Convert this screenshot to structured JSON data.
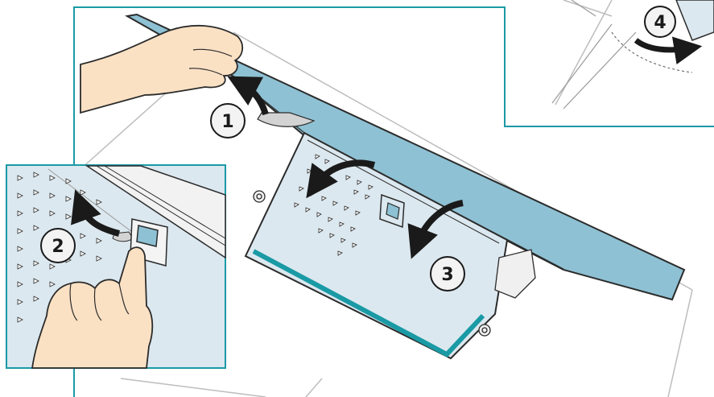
{
  "diagram": {
    "colors": {
      "frame": "#1a9aa5",
      "panel": "#8ec1d3",
      "panel_light": "#dce8ef",
      "outline": "#2b2b2b",
      "skin": "#fbe1c4",
      "film": "#d3d3d3",
      "badge_fill": "#f3f3f3"
    },
    "steps": [
      {
        "label": "1",
        "icon": "curved-arrow-up"
      },
      {
        "label": "2",
        "icon": "curved-arrow-up"
      },
      {
        "label": "3",
        "icon": "curved-arrow-left"
      },
      {
        "label": "4",
        "icon": "curved-arrow-right"
      }
    ]
  }
}
